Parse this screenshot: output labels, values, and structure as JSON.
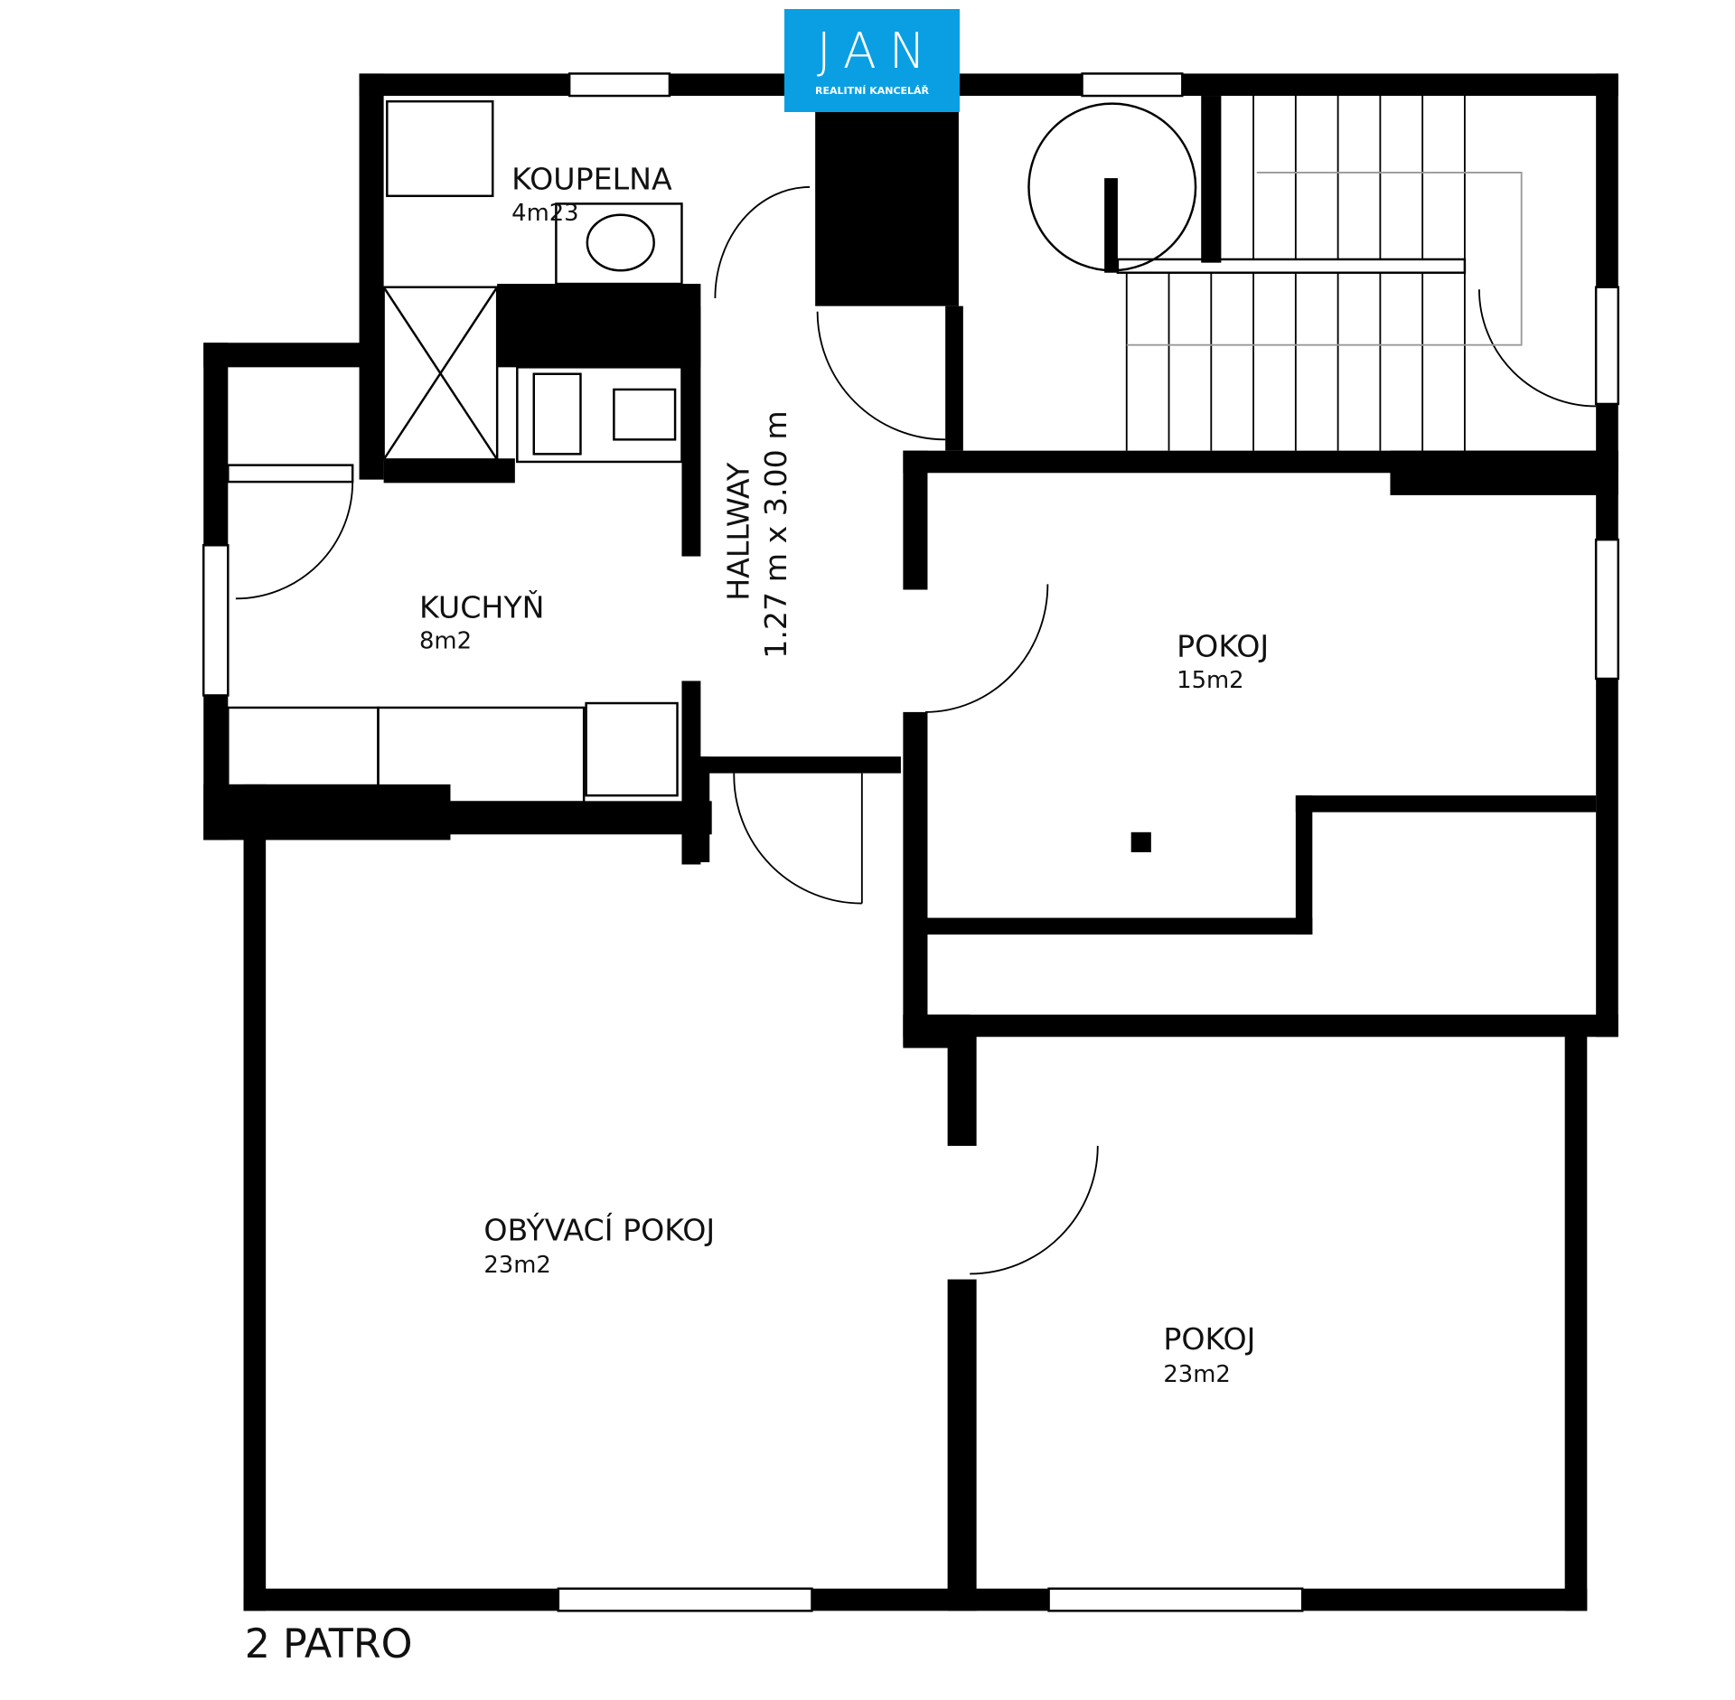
{
  "logo": {
    "brand": "JAN",
    "subtitle": "REALITNÍ KANCELÁŘ",
    "color": "#0a9fe3"
  },
  "floor_label": "2 PATRO",
  "rooms": [
    {
      "name": "KOUPELNA",
      "area": "4m23"
    },
    {
      "name": "KUCHYŇ",
      "area": "8m2"
    },
    {
      "name": "HALLWAY",
      "area": "1.27 m x 3.00 m"
    },
    {
      "name": "POKOJ",
      "area": "15m2"
    },
    {
      "name": "OBÝVACÍ POKOJ",
      "area": "23m2"
    },
    {
      "name": "POKOJ",
      "area": "23m2"
    }
  ]
}
